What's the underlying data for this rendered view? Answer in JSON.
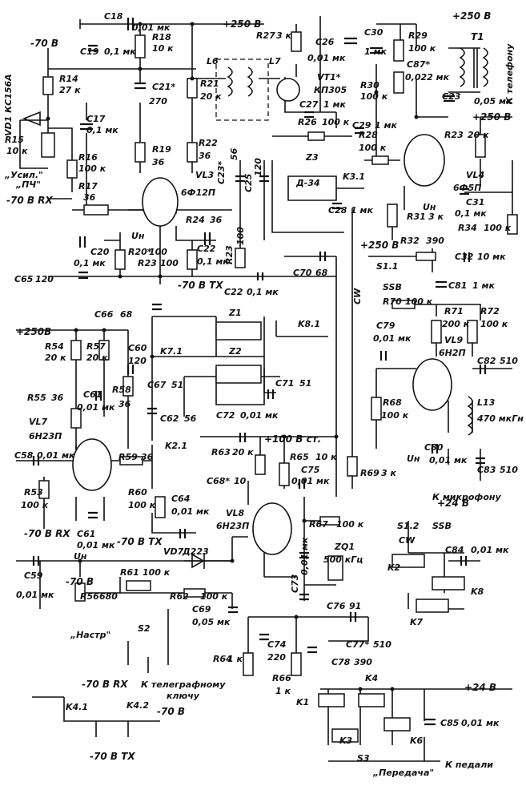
{
  "labels": {
    "top_250v": "+250 В",
    "top_250v_right": "+250 В",
    "r18": "R18",
    "r18_val": "10 к",
    "c18": "C18",
    "c18_val": "0,01 мк",
    "c19": "C19",
    "c19_val": "0,1 мк",
    "r14": "R14",
    "r14_val": "27 к",
    "vd1": "VD1 КС156А",
    "m70v_top": "-70 В",
    "r15": "R15",
    "r15_val": "10 к",
    "usil": "„Усил.\"",
    "pch": "„ПЧ\"",
    "c17": "C17",
    "c17_val": "0,1 мк",
    "r16": "R16",
    "r16_val": "100 к",
    "r17": "R17",
    "r17_val": "36",
    "m70v_rx": "-70 В RX",
    "c21": "C21*",
    "c21_val": "270",
    "r21": "R21",
    "r21_val": "20 к",
    "l6": "L6",
    "l7": "L7",
    "r27": "R27",
    "r27_val": "3 к",
    "c26": "C26",
    "c26_val": "0,01 мк",
    "vt1": "VT1*",
    "vt1_type": "КП305",
    "c27": "C27",
    "c27_val": "1 мк",
    "c30": "C30",
    "c30_val": "1 мк",
    "r29": "R29",
    "r29_val": "100 к",
    "c87": "C87*",
    "c87_val": "0,022 мк",
    "r30": "R30",
    "r30_val": "100 к",
    "t1": "T1",
    "k_telefonu": "К телефону",
    "c23": "C23",
    "c23_val": "0,05 мк",
    "r19": "R19",
    "r19_val": "36",
    "r22": "R22",
    "r22_val": "36",
    "vl3": "VL3",
    "vl3_type": "6Ф12П",
    "c23b": "C23*",
    "c23b_val": "56",
    "c25": "C25",
    "c25_val": "120",
    "r26": "R26",
    "r26_val": "100 к",
    "c29": "C29",
    "c29_val": "1 мк",
    "r28": "R28",
    "r28_val": "100 к",
    "r23": "R23",
    "r23_val": "20 к",
    "vl4": "VL4",
    "vl4_type": "6Ф5П",
    "c31": "C31",
    "c31_val": "0,1 мк",
    "r34": "R34",
    "r34_val": "100 к",
    "z3": "Z3",
    "d34": "Д-34",
    "k31": "K3.1",
    "c28": "C28",
    "c28_val": "1 мк",
    "r31": "R31",
    "r31_val": "3 к",
    "un": "Uн",
    "r24": "R24",
    "r24_val": "36",
    "c20": "C20",
    "c20_val": "0,1 мк",
    "r20": "R20*",
    "r20_val": "100",
    "r23b": "R23",
    "r23b_val": "100",
    "c22": "C22",
    "c22_val": "0,1 мк",
    "r23c": "R23",
    "r23c_val": "100",
    "m70v_tx": "-70 В TX",
    "c22b": "C22",
    "c22b_val": "0,1 мк",
    "c65": "C65",
    "c65_val": "120",
    "c70": "C70",
    "c70_val": "68",
    "r32": "R32",
    "r32_val": "390",
    "c32": "C32",
    "c32_val": "10 мк",
    "s11": "S1.1",
    "cw": "CW",
    "ssb": "SSB",
    "c81": "C81",
    "c81_val": "1 мк",
    "c66": "C66",
    "c66_val": "68",
    "z1": "Z1",
    "k81": "K8.1",
    "r70": "R70",
    "r70_val": "100 к",
    "r71": "R71",
    "r71_val": "200 к",
    "r72": "R72",
    "r72_val": "100 к",
    "p250v_mid": "+250В",
    "r54": "R54",
    "r54_val": "20 к",
    "r57": "R57",
    "r57_val": "20 к",
    "c60": "C60",
    "c60_val": "120",
    "k71": "K7.1",
    "z2": "Z2",
    "c79": "C79",
    "c79_val": "0,01 мк",
    "vl9": "VL9",
    "vl9_type": "6Н2П",
    "c82": "C82",
    "c82_val": "510",
    "r55": "R55",
    "r55_val": "36",
    "r58": "R58",
    "r58_val": "36",
    "c67": "C67",
    "c67_val": "51",
    "c71": "C71",
    "c71_val": "51",
    "c61": "C61",
    "c61_val": "0,01 мк",
    "c62": "C62",
    "c62_val": "56",
    "c72": "C72",
    "c72_val": "0,01 мк",
    "r68": "R68",
    "r68_val": "100 к",
    "l13": "L13",
    "l13_val": "470 мкГн",
    "vl7": "VL7",
    "vl7_type": "6Н23П",
    "k21": "K2.1",
    "r63": "R63",
    "r63_val": "20 к",
    "p100v": "+100 В ст.",
    "r65": "R65",
    "r65_val": "10 к",
    "c80": "C80",
    "c80_val": "0,01 мк",
    "c58": "C58",
    "c58_val": "0,01 мк",
    "r59": "R59",
    "r59_val": "36",
    "c75": "C75",
    "c75_val": "0,01 мк",
    "c83": "C83",
    "c83_val": "510",
    "r53": "R53",
    "r53_val": "100 к",
    "r60": "R60",
    "r60_val": "100 к",
    "c64": "C64",
    "c64_val": "0,01 мк",
    "c68": "C68*",
    "c68_val": "10",
    "vl8": "VL8",
    "vl8_type": "6Н23П",
    "r69": "R69",
    "r69_val": "3 к",
    "k_mikrofonu": "К микрофону",
    "m70v_rx2": "-70 В RX",
    "m70v_tx2": "-70 В TX",
    "r67": "R67",
    "r67_val": "100 к",
    "p24v": "+24 В",
    "s12": "S1.2",
    "cw2": "CW",
    "ssb2": "SSB",
    "c84": "C84",
    "c84_val": "0,01 мк",
    "vd7": "VD7",
    "vd7_type": "Д223",
    "zq1": "ZQ1",
    "zq1_val": "500 кГц",
    "c73": "C73",
    "c73_val": "0,01 мк",
    "k2": "K2",
    "k8": "K8",
    "k7": "K7",
    "c59": "C59",
    "c59_val": "0,01 мк",
    "m70v_mid": "-70 В",
    "r61": "R61",
    "r61_val": "100 к",
    "r56": "R56",
    "r56_val": "680",
    "r62": "R62",
    "r62_val": "100 к",
    "c69": "C69",
    "c69_val": "0,05 мк",
    "c76": "C76",
    "c76_val": "91",
    "nastr": "„Настр\"",
    "s2": "S2",
    "c74": "C74",
    "c74_val": "220",
    "c77": "C77*",
    "c77_val": "510",
    "r64": "R64",
    "r64_val": "1 к",
    "r66": "R66",
    "r66_val": "1 к",
    "c78": "C78",
    "c78_val": "390",
    "k_tel_klyuchu": "К телеграфному",
    "klyuchu": "ключу",
    "m70v_rx3": "-70 В RX",
    "k4": "K4",
    "p24v_b": "+24 В",
    "k1": "K1",
    "k41": "K4.1",
    "k42": "K4.2",
    "m70v_r": "-70 В",
    "k3": "K3",
    "k6": "K6",
    "c85": "C85",
    "c85_val": "0,01 мк",
    "m70v_tx3": "-70 В TX",
    "s3": "S3",
    "peredacha": "„Передача\"",
    "k_pedali": "К педали"
  }
}
